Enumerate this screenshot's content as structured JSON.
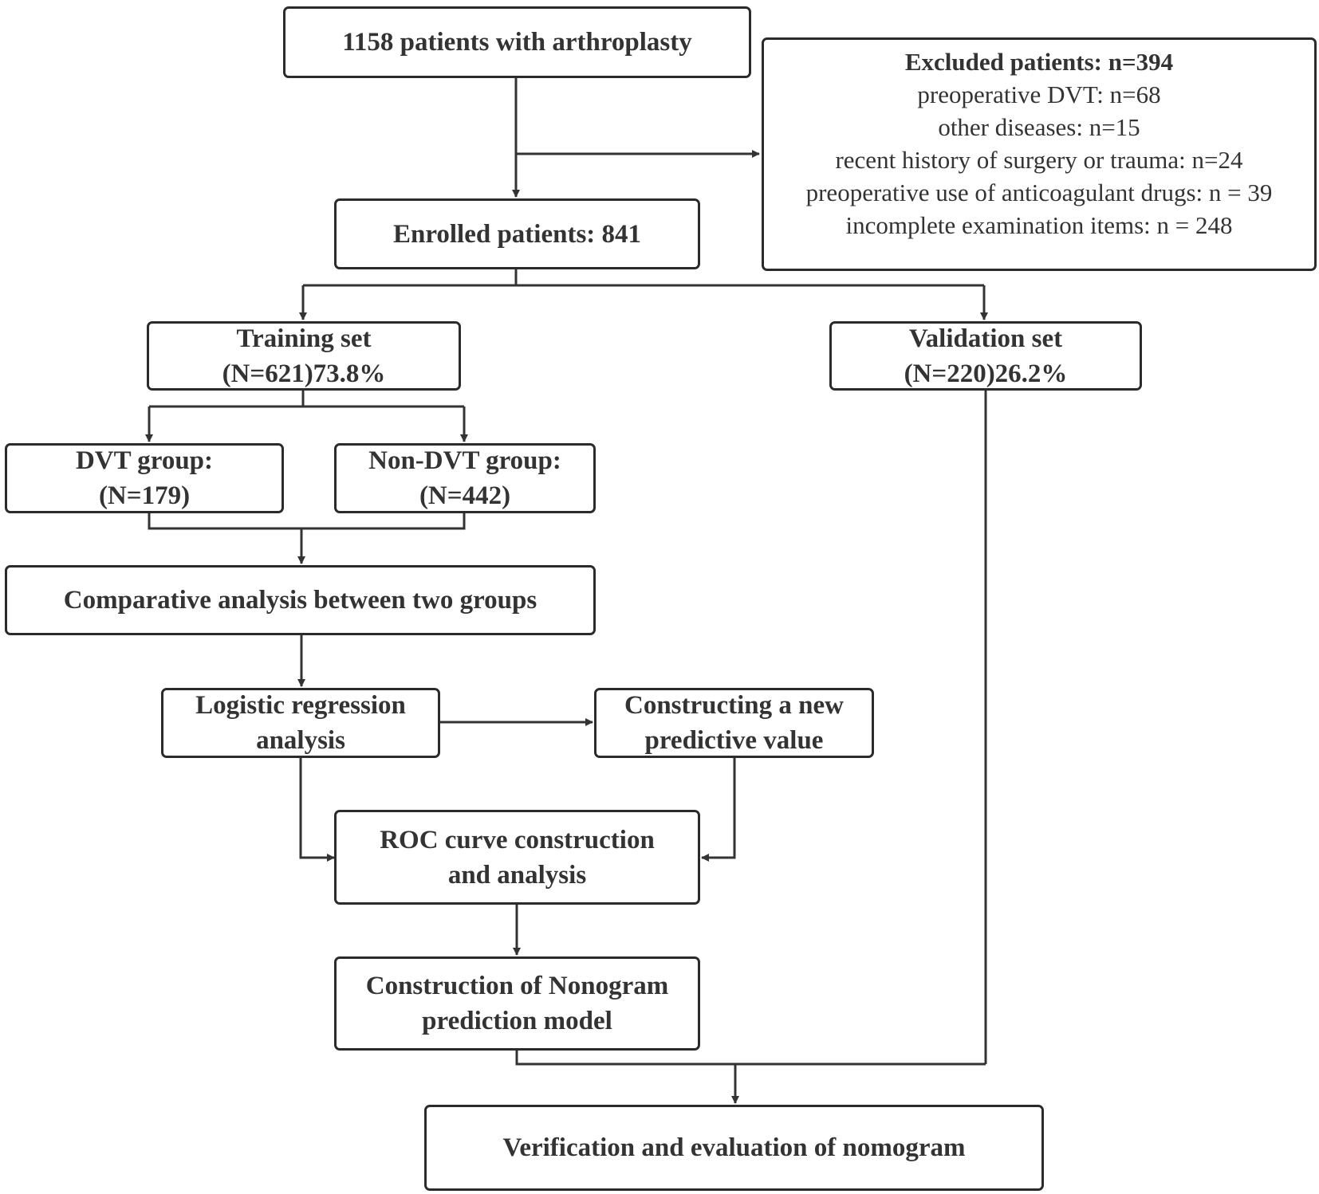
{
  "nodes": {
    "start": "1158 patients with arthroplasty",
    "excluded": {
      "title": "Excluded patients: n=394",
      "items": [
        "preoperative DVT: n=68",
        "other diseases: n=15",
        "recent history of surgery or trauma: n=24",
        "preoperative use of anticoagulant drugs: n = 39",
        "incomplete examination items: n = 248"
      ]
    },
    "enrolled": "Enrolled patients: 841",
    "training": [
      "Training set",
      "(N=621)73.8%"
    ],
    "validation": [
      "Validation set",
      "(N=220)26.2%"
    ],
    "dvt": [
      "DVT group:",
      "(N=179)"
    ],
    "non_dvt": [
      "Non-DVT group:",
      "(N=442)"
    ],
    "comparative": "Comparative analysis between two groups",
    "logistic": [
      "Logistic regression",
      "analysis"
    ],
    "constructing": [
      "Constructing a new",
      "predictive value"
    ],
    "roc": [
      "ROC curve construction",
      "and analysis"
    ],
    "nomogram": [
      "Construction of Nonogram",
      "prediction model"
    ],
    "verification": "Verification and evaluation of nomogram"
  }
}
